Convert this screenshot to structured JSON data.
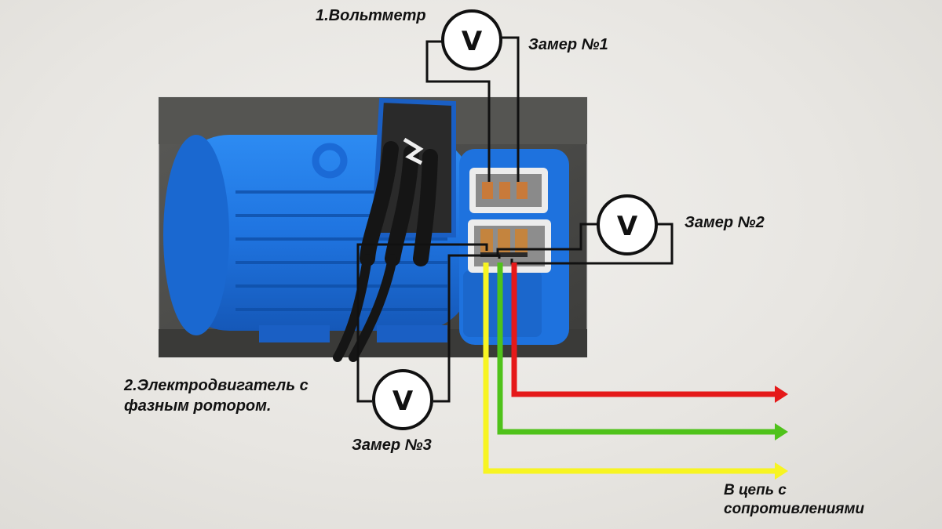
{
  "labels": {
    "voltmeter": "1.Вольтметр",
    "measure1": "Замер №1",
    "measure2": "Замер №2",
    "measure3": "Замер №3",
    "motor_line1": "2.Электродвигатель с",
    "motor_line2": "фазным ротором.",
    "circuit_line1": "В цепь с",
    "circuit_line2": "сопротивлениями"
  },
  "voltmeter_symbol": "V",
  "wire_colors": {
    "phase_a": "#f7f422",
    "phase_b": "#4fc21a",
    "phase_c": "#e51919",
    "measurement": "#111111"
  },
  "photo_colors": {
    "motor_body": "#1f74e0",
    "background": "#4a4a48"
  }
}
